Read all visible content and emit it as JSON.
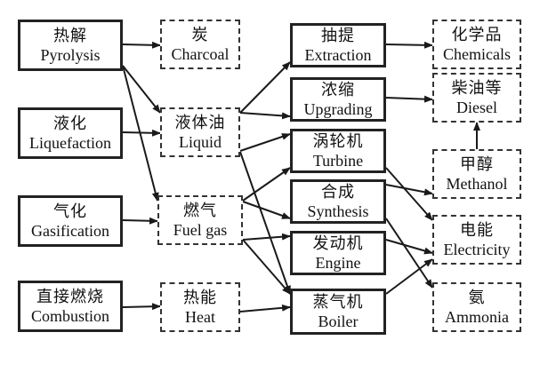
{
  "nodes": {
    "pyrolysis": {
      "zh": "热解",
      "en": "Pyrolysis"
    },
    "liquefaction": {
      "zh": "液化",
      "en": "Liquefaction"
    },
    "gasification": {
      "zh": "气化",
      "en": "Gasification"
    },
    "combustion": {
      "zh": "直接燃烧",
      "en": "Combustion"
    },
    "charcoal": {
      "zh": "炭",
      "en": "Charcoal"
    },
    "liquid": {
      "zh": "液体油",
      "en": "Liquid"
    },
    "fuel_gas": {
      "zh": "燃气",
      "en": "Fuel gas"
    },
    "heat": {
      "zh": "热能",
      "en": "Heat"
    },
    "extraction": {
      "zh": "抽提",
      "en": "Extraction"
    },
    "upgrading": {
      "zh": "浓缩",
      "en": "Upgrading"
    },
    "turbine": {
      "zh": "涡轮机",
      "en": "Turbine"
    },
    "synthesis": {
      "zh": "合成",
      "en": "Synthesis"
    },
    "engine": {
      "zh": "发动机",
      "en": "Engine"
    },
    "boiler": {
      "zh": "蒸气机",
      "en": "Boiler"
    },
    "chemicals": {
      "zh": "化学品",
      "en": "Chemicals"
    },
    "diesel": {
      "zh": "柴油等",
      "en": "Diesel"
    },
    "methanol": {
      "zh": "甲醇",
      "en": "Methanol"
    },
    "electricity": {
      "zh": "电能",
      "en": "Electricity"
    },
    "ammonia": {
      "zh": "氨",
      "en": "Ammonia"
    }
  },
  "edges": [
    [
      "pyrolysis",
      "charcoal"
    ],
    [
      "pyrolysis",
      "liquid"
    ],
    [
      "pyrolysis",
      "fuel_gas"
    ],
    [
      "liquefaction",
      "liquid"
    ],
    [
      "gasification",
      "fuel_gas"
    ],
    [
      "combustion",
      "heat"
    ],
    [
      "liquid",
      "extraction"
    ],
    [
      "liquid",
      "upgrading"
    ],
    [
      "liquid",
      "turbine"
    ],
    [
      "liquid",
      "boiler"
    ],
    [
      "fuel_gas",
      "turbine"
    ],
    [
      "fuel_gas",
      "synthesis"
    ],
    [
      "fuel_gas",
      "engine"
    ],
    [
      "fuel_gas",
      "boiler"
    ],
    [
      "heat",
      "boiler"
    ],
    [
      "extraction",
      "chemicals"
    ],
    [
      "upgrading",
      "diesel"
    ],
    [
      "methanol",
      "diesel"
    ],
    [
      "turbine",
      "electricity"
    ],
    [
      "synthesis",
      "methanol"
    ],
    [
      "synthesis",
      "ammonia"
    ],
    [
      "engine",
      "electricity"
    ],
    [
      "boiler",
      "electricity"
    ]
  ],
  "colors": {
    "line": "#1a1a1a",
    "text": "#111111"
  }
}
